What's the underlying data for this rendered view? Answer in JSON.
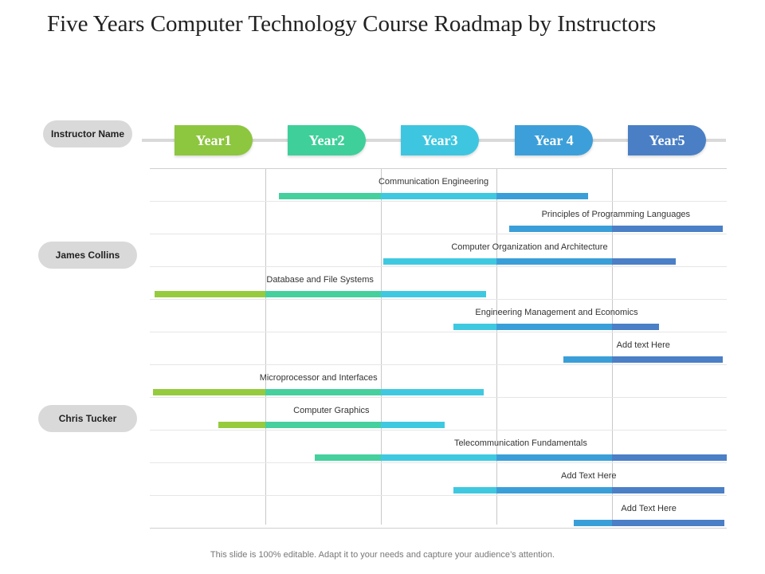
{
  "title": "Five Years Computer Technology Course Roadmap by Instructors",
  "header": {
    "instructor_label": "Instructor Name"
  },
  "years": [
    {
      "label": "Year1",
      "color": "#8dc63f"
    },
    {
      "label": "Year2",
      "color": "#3fcf9a"
    },
    {
      "label": "Year3",
      "color": "#3ec6e0"
    },
    {
      "label": "Year 4",
      "color": "#3c9fd9"
    },
    {
      "label": "Year5",
      "color": "#4a7fc5"
    }
  ],
  "segment_colors": [
    "#95cb3d",
    "#45d09e",
    "#3fc9e1",
    "#3a9fd8",
    "#4b7fc6"
  ],
  "instructors": [
    {
      "name": "James Collins"
    },
    {
      "name": "Chris Tucker"
    }
  ],
  "courses": [
    {
      "name": "Communication Engineering",
      "start": 1.12,
      "end": 3.79
    },
    {
      "name": "Principles of Programming Languages",
      "start": 3.11,
      "end": 4.96
    },
    {
      "name": "Computer Organization and Architecture",
      "start": 2.02,
      "end": 4.55
    },
    {
      "name": "Database and File Systems",
      "start": 0.04,
      "end": 2.91
    },
    {
      "name": "Engineering Management and Economics",
      "start": 2.63,
      "end": 4.41
    },
    {
      "name": "Add text Here",
      "start": 3.58,
      "end": 4.96
    },
    {
      "name": "Microprocessor and Interfaces",
      "start": 0.03,
      "end": 2.89
    },
    {
      "name": "Computer Graphics",
      "start": 0.59,
      "end": 2.55
    },
    {
      "name": "Telecommunication Fundamentals",
      "start": 1.43,
      "end": 4.99
    },
    {
      "name": "Add Text Here",
      "start": 2.63,
      "end": 4.97
    },
    {
      "name": "Add Text Here",
      "start": 3.67,
      "end": 4.97
    }
  ],
  "footer": "This slide is 100% editable. Adapt it to your needs and capture your audience’s attention."
}
